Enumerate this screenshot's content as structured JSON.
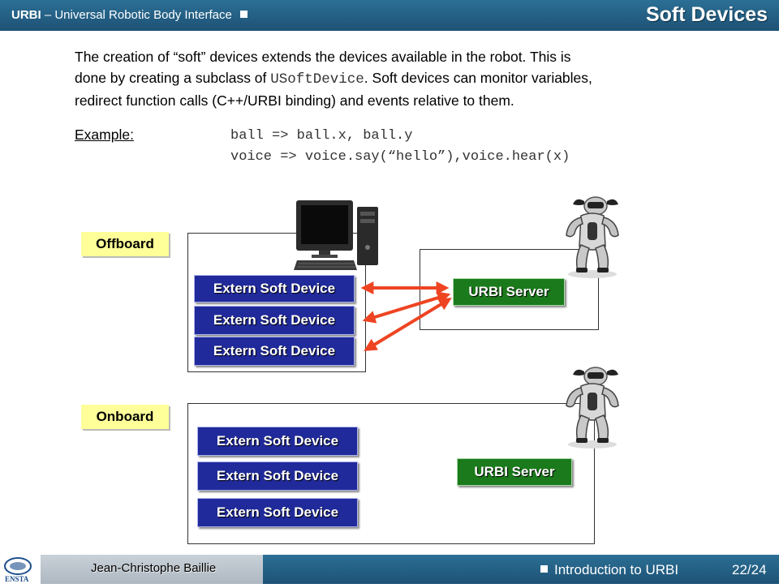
{
  "header": {
    "brand": "URBI",
    "subtitle": "– Universal Robotic Body Interface",
    "title": "Soft Devices"
  },
  "intro": {
    "line1": "The creation of “soft” devices extends the devices available in the robot. This is",
    "line2_pre": "done by creating a subclass of ",
    "class_name": "USoftDevice",
    "line2_post": ". Soft devices can monitor variables,",
    "line3": "redirect function calls (C++/URBI binding) and events relative to them."
  },
  "example": {
    "label": "Example:",
    "code1": "ball => ball.x, ball.y",
    "code2": "voice => voice.say(“hello”),voice.hear(x)"
  },
  "offboard": {
    "label": "Offboard",
    "devices": [
      "Extern Soft Device",
      "Extern Soft Device",
      "Extern Soft Device"
    ],
    "server": "URBI Server",
    "arrow_color": "#ee4422"
  },
  "onboard": {
    "label": "Onboard",
    "devices": [
      "Extern Soft Device",
      "Extern Soft Device",
      "Extern Soft Device"
    ],
    "server": "URBI Server",
    "arrow_color": "#99cc22"
  },
  "footer": {
    "author": "Jean-Christophe Baillie",
    "course": "Introduction to URBI",
    "page": "22/24",
    "logo_text": "ENSTA"
  },
  "colors": {
    "header_bg": "#1d5275",
    "label_bg": "#ffff99",
    "device_bg": "#202a9a",
    "server_bg": "#1b7a1b"
  }
}
